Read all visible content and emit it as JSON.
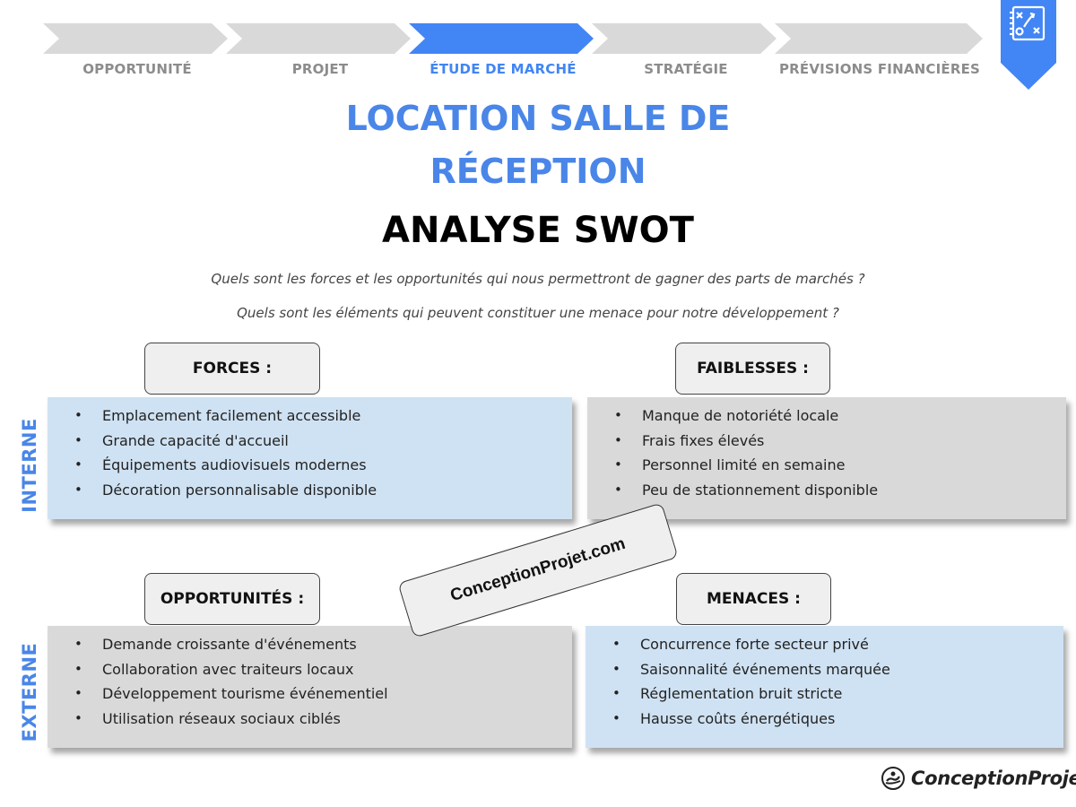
{
  "steps": [
    {
      "label": "OPPORTUNITÉ",
      "active": false
    },
    {
      "label": "PROJET",
      "active": false
    },
    {
      "label": "ÉTUDE DE MARCHÉ",
      "active": true
    },
    {
      "label": "STRATÉGIE",
      "active": false
    },
    {
      "label": "PRÉVISIONS FINANCIÈRES",
      "active": false
    }
  ],
  "colors": {
    "accent": "#4285f4",
    "step_inactive": "#d9d9d9",
    "step_text_inactive": "#8c8c8c",
    "title_blue": "#4a86e8",
    "box_blue": "#cfe2f3",
    "box_grey": "#d9d9d9"
  },
  "header": {
    "title_line1": "LOCATION SALLE DE",
    "title_line2": "RÉCEPTION",
    "subtitle": "ANALYSE SWOT",
    "question1": "Quels sont les forces et les opportunités qui nous permettront de gagner des parts de marchés ?",
    "question2": "Quels sont les éléments qui peuvent constituer une menace pour notre développement ?"
  },
  "side_labels": {
    "internal": "INTERNE",
    "external": "EXTERNE"
  },
  "swot": {
    "forces": {
      "label": "FORCES :",
      "items": [
        "Emplacement facilement accessible",
        "Grande capacité d'accueil",
        "Équipements audiovisuels modernes",
        "Décoration personnalisable disponible"
      ]
    },
    "faiblesses": {
      "label": "FAIBLESSES :",
      "items": [
        "Manque de notoriété locale",
        "Frais fixes élevés",
        "Personnel limité en semaine",
        "Peu de stationnement disponible"
      ]
    },
    "opportunites": {
      "label": "OPPORTUNITÉS :",
      "items": [
        "Demande croissante d'événements",
        "Collaboration avec traiteurs locaux",
        "Développement tourisme événementiel",
        "Utilisation réseaux sociaux ciblés"
      ]
    },
    "menaces": {
      "label": "MENACES :",
      "items": [
        "Concurrence forte secteur privé",
        "Saisonnalité événements marquée",
        "Réglementation bruit stricte",
        "Hausse coûts énergétiques"
      ]
    }
  },
  "watermark": "ConceptionProjet.com",
  "logo_text": "ConceptionProjet",
  "icons": {
    "bookmark": "strategy-board-icon",
    "logo": "lightbulb-hand-icon"
  }
}
